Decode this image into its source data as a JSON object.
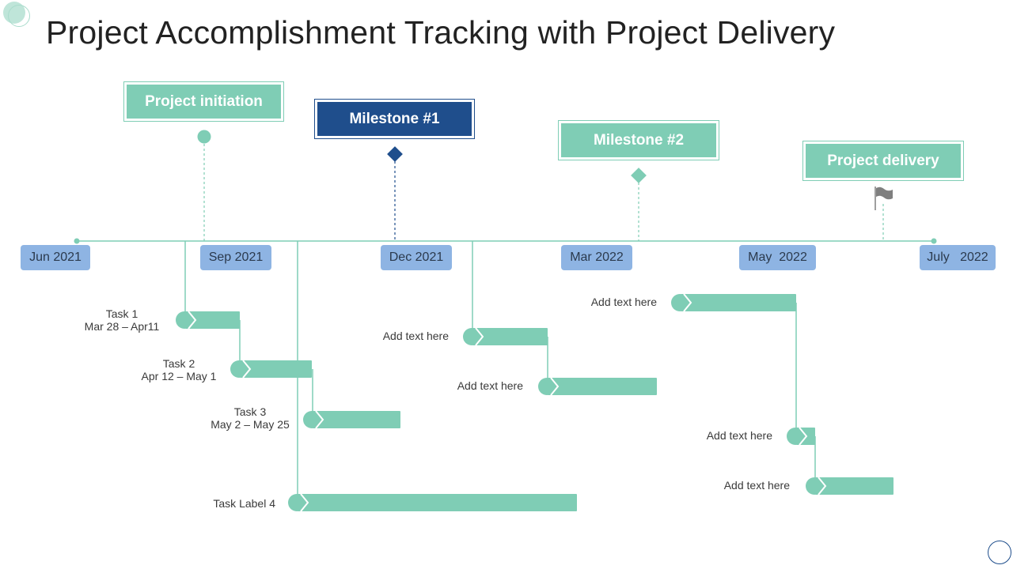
{
  "title": "Project Accomplishment Tracking with Project Delivery",
  "colors": {
    "teal": "#7fcdb5",
    "navy": "#1f4e8c",
    "date_pill": "#8eb4e3",
    "line": "#7fcdb5",
    "flag": "#7f7f7f"
  },
  "milestones": [
    {
      "label": "Project initiation",
      "marker": "circle",
      "color": "teal"
    },
    {
      "label": "Milestone #1",
      "marker": "diamond",
      "color": "navy"
    },
    {
      "label": "Milestone #2",
      "marker": "diamond",
      "color": "teal"
    },
    {
      "label": "Project delivery",
      "marker": "flag-icon",
      "color": "teal"
    }
  ],
  "dates": [
    "Jun 2021",
    "Sep 2021",
    "Dec 2021",
    "Mar 2022",
    "May  2022",
    "July   2022"
  ],
  "tasks": [
    {
      "name": "Task 1",
      "range": "Mar 28 – Apr11"
    },
    {
      "name": "Task 2",
      "range": "Apr 12 – May 1"
    },
    {
      "name": "Task 3",
      "range": "May 2 – May 25"
    },
    {
      "name": "Task Label 4",
      "range": ""
    },
    {
      "name": "Add text here",
      "range": ""
    },
    {
      "name": "Add text here",
      "range": ""
    },
    {
      "name": "Add text here",
      "range": ""
    },
    {
      "name": "Add text here",
      "range": ""
    },
    {
      "name": "Add text here",
      "range": ""
    }
  ]
}
